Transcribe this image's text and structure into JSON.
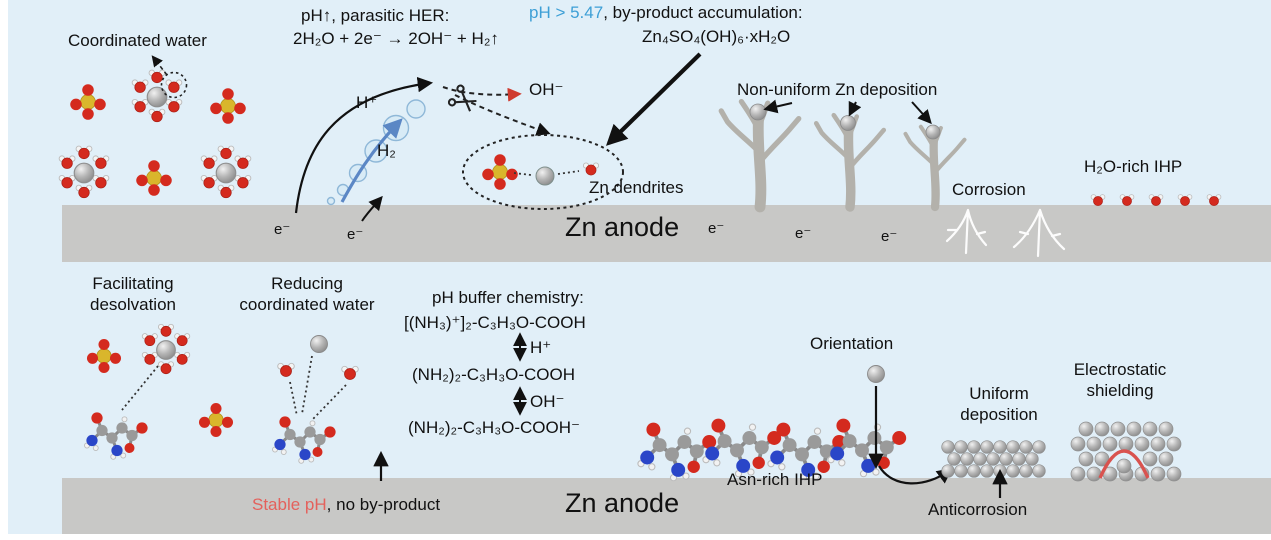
{
  "colors": {
    "background": "#e1eff8",
    "anode_gray": "#c8c8c6",
    "accent_blue": "#3d9fd6",
    "accent_red": "#e4615c"
  },
  "top": {
    "coordinated_water_label": "Coordinated water",
    "her_title": "pH↑, parasitic HER:",
    "her_equation": "2H₂O + 2e⁻ → 2OH⁻ + H₂↑",
    "byproduct_ph": "pH > 5.47",
    "byproduct_rest": ", by-product accumulation:",
    "byproduct_formula": "Zn₄SO₄(OH)₆·xH₂O",
    "h_plus": "H⁺",
    "h2": "H₂",
    "oh_minus": "OH⁻",
    "non_uniform_label": "Non-uniform Zn deposition",
    "zn_dendrites_label": "Zn dendrites",
    "corrosion_label": "Corrosion",
    "h2o_ihp_label": "H₂O-rich IHP",
    "zn_anode_label": "Zn anode",
    "electron_labels": [
      "e⁻",
      "e⁻",
      "e⁻",
      "e⁻",
      "e⁻"
    ]
  },
  "bottom": {
    "facilitating_line1": "Facilitating",
    "facilitating_line2": "desolvation",
    "reducing_line1": "Reducing",
    "reducing_line2": "coordinated water",
    "buffer_title": "pH buffer chemistry:",
    "buffer_species_protonated": "[(NH₃)⁺]₂-C₃H₃O-COOH",
    "buffer_h_plus": "H⁺",
    "buffer_species_neutral": "(NH₂)₂-C₃H₃O-COOH",
    "buffer_oh_minus": "OH⁻",
    "buffer_species_deprotonated": "(NH₂)₂-C₃H₃O-COOH⁻",
    "stable_ph": "Stable pH",
    "no_byproduct": ", no by-product",
    "orientation_label": "Orientation",
    "asn_ihp_label": "Asn-rich IHP",
    "uniform_line1": "Uniform",
    "uniform_line2": "deposition",
    "electrostatic_line1": "Electrostatic",
    "electrostatic_line2": "shielding",
    "anticorrosion_label": "Anticorrosion",
    "zn_anode_label": "Zn anode"
  }
}
